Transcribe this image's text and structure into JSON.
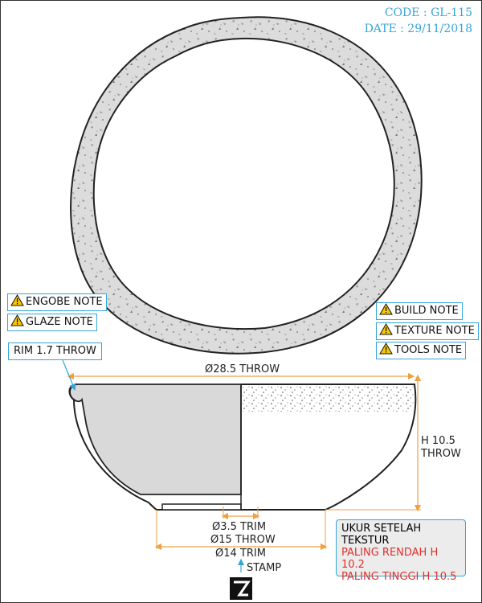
{
  "header": {
    "code": "CODE : GL-115",
    "date": "DATE : 29/11/2018"
  },
  "notes_left": [
    {
      "label": "ENGOBE NOTE",
      "icon": "warning-icon"
    },
    {
      "label": "GLAZE NOTE",
      "icon": "warning-icon"
    }
  ],
  "notes_right": [
    {
      "label": "BUILD NOTE",
      "icon": "warning-icon"
    },
    {
      "label": "TEXTURE NOTE",
      "icon": "warning-icon"
    },
    {
      "label": "TOOLS NOTE",
      "icon": "warning-icon"
    }
  ],
  "rim_note": "RIM 1.7 THROW",
  "dimensions": {
    "diameter_top": "Ø28.5 THROW",
    "height_line1": "H 10.5",
    "height_line2": "THROW",
    "trim_inner": "Ø3.5 TRIM",
    "throw_base": "Ø15 THROW",
    "trim_base": "Ø14 TRIM",
    "stamp": "STAMP"
  },
  "info": {
    "line1": "UKUR SETELAH",
    "line2": "TEKSTUR",
    "line3": "PALING RENDAH H 10.2",
    "line4": "PALING TINGGI H 10.5"
  },
  "colors": {
    "accent": "#35a6d8",
    "dim_line": "#f0a040",
    "warning": "#e0302b",
    "clay": "#d9d9d9"
  }
}
